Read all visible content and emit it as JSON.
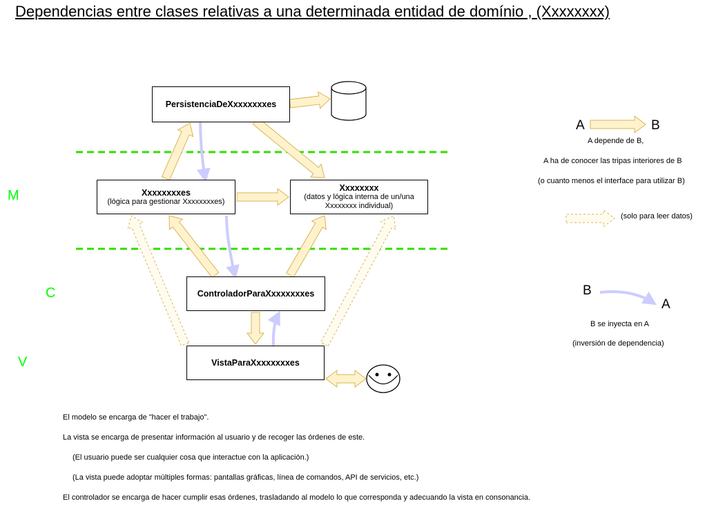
{
  "title": "Dependencias entre clases relativas a una determinada entidad de domínio , (Xxxxxxxx)",
  "layers": {
    "model": "M",
    "controller": "C",
    "view": "V"
  },
  "boxes": {
    "persistence": {
      "title": "PersistenciaDeXxxxxxxxes"
    },
    "collection": {
      "title": "Xxxxxxxxes",
      "subtitle": "(lógica para gestionar Xxxxxxxxes)"
    },
    "entity": {
      "title": "Xxxxxxxx",
      "subtitle_line1": "(datos y lógica interna de un/una",
      "subtitle_line2": "Xxxxxxxx individual)"
    },
    "controller": {
      "title": "ControladorParaXxxxxxxxes"
    },
    "view": {
      "title": "VistaParaXxxxxxxxes"
    }
  },
  "legend": {
    "dependency": {
      "a": "A",
      "b": "B",
      "line1": "A depende de B,",
      "line2": "A ha de conocer las tripas interiores de B",
      "line3": "(o cuanto menos el interface para utilizar B)"
    },
    "read_only": {
      "text": "(solo para leer datos)"
    },
    "injection": {
      "b": "B",
      "a": "A",
      "line1": "B se inyecta en A",
      "line2": "(inversión de dependencia)"
    }
  },
  "notes": [
    "El modelo se encarga de \"hacer el trabajo\".",
    "La vista se encarga de presentar información al usuario y de recoger las órdenes de este.",
    "(El usuario puede ser cualquier cosa que interactue con la aplicación.)",
    "(La vista puede adoptar múltiples formas: pantallas gráficas, línea de comandos, API de servicios, etc.)",
    "El controlador se encarga de hacer cumplir esas órdenes, trasladando al modelo lo que corresponda y adecuando la vista en consonancia."
  ],
  "icons": [
    "database-icon",
    "smiley-user-icon"
  ],
  "colors": {
    "dependency_arrow_fill": "#fff2cc",
    "dependency_arrow_stroke": "#d6b656",
    "injection_arrow": "#ccccff",
    "layer_divider": "#33dd00",
    "layer_label": "#00ff00"
  }
}
